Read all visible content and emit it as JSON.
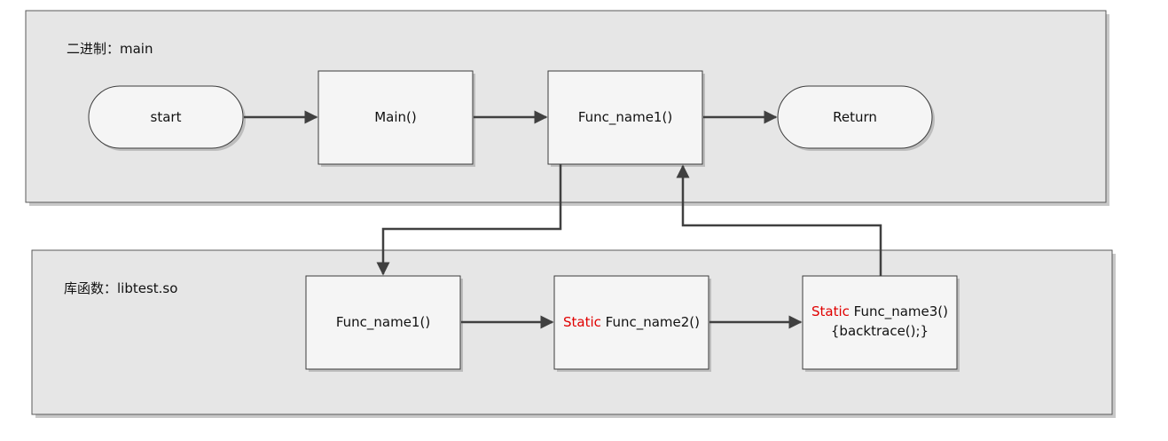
{
  "panels": {
    "top_title": "二进制：main",
    "bottom_title": "库函数：libtest.so"
  },
  "nodes": {
    "start": "start",
    "main": "Main()",
    "func1_top": "Func_name1()",
    "return": "Return",
    "func1_lib": "Func_name1()",
    "func2_keyword": "Static",
    "func2_name": " Func_name2()",
    "func3_keyword": "Static",
    "func3_name": " Func_name3()",
    "func3_body": "{backtrace();}"
  },
  "colors": {
    "keyword": "#e00000",
    "panel_fill": "#e6e6e6",
    "box_fill": "#f5f5f5",
    "connector": "#404040"
  }
}
